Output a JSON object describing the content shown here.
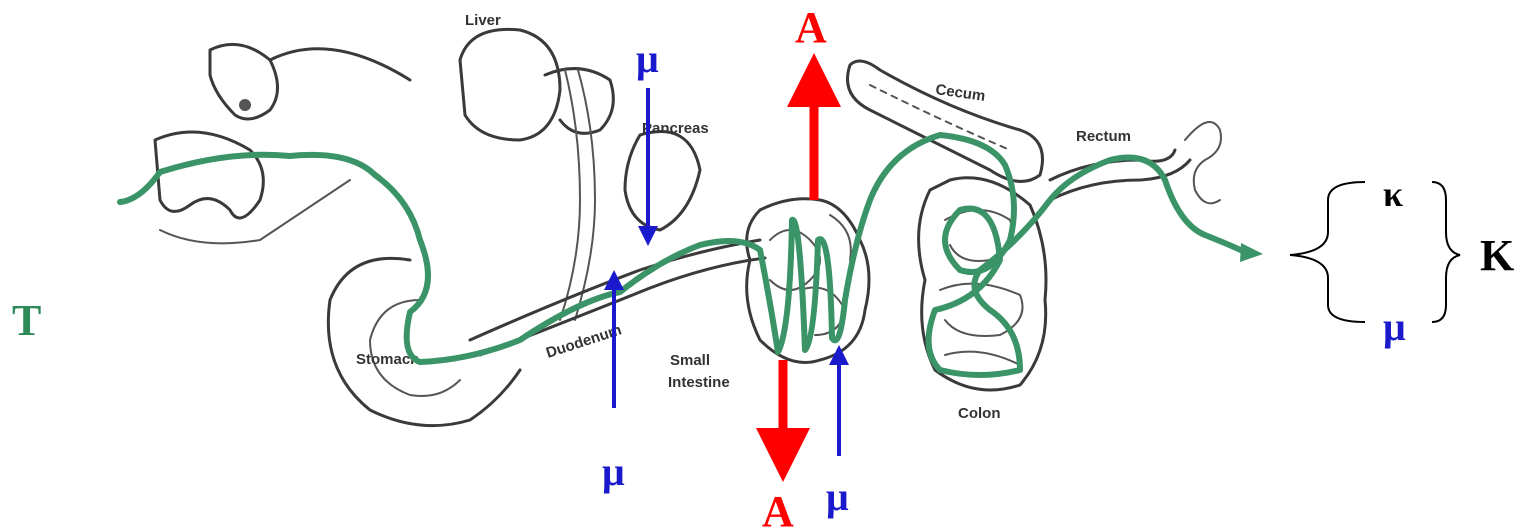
{
  "organs": {
    "liver": "Liver",
    "pancreas": "Pancreas",
    "cecum": "Cecum",
    "rectum": "Rectum",
    "stomach": "Stomach",
    "duodenum": "Duodenum",
    "small_intestine_1": "Small",
    "small_intestine_2": "Intestine",
    "colon": "Colon"
  },
  "symbols": {
    "transit": "T",
    "absorption_top": "A",
    "absorption_bottom": "A",
    "mu_top": "μ",
    "mu_bottom_left": "μ",
    "mu_bottom_right": "μ",
    "kappa": "κ",
    "mu_output": "μ",
    "elimination": "K"
  },
  "colors": {
    "transit": "#2e8b57",
    "path": "#3a9467",
    "absorption": "#ff0000",
    "mu": "#1a1acc",
    "output": "#000000",
    "outline": "#3a3a3a"
  }
}
